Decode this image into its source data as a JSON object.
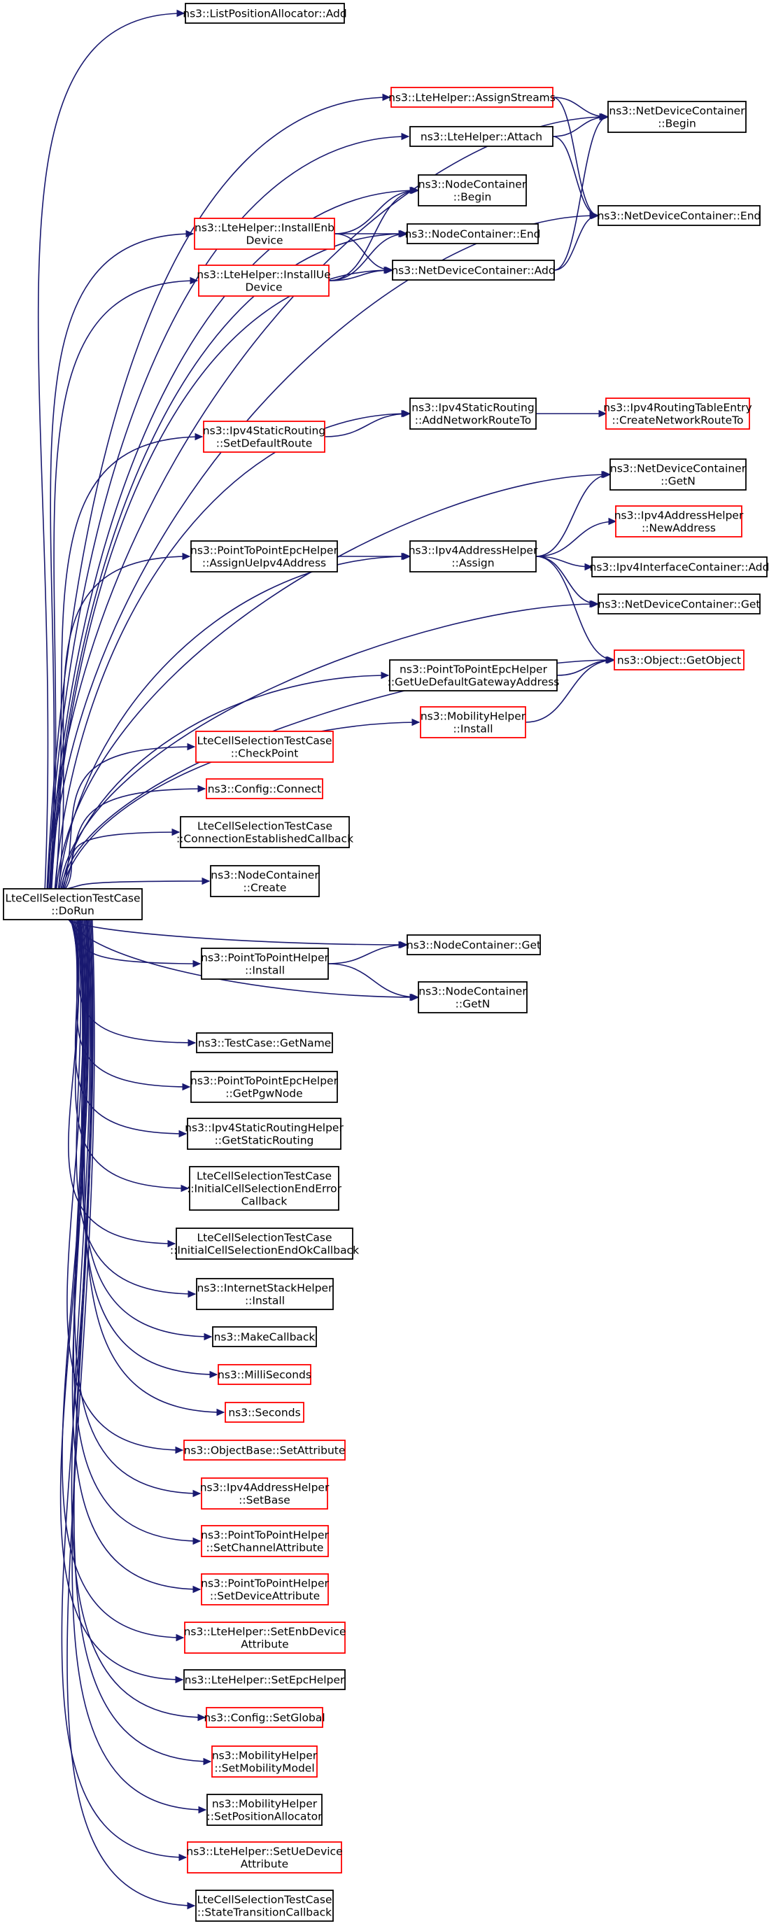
{
  "colors": {
    "edge": "#191970",
    "root_fill": "#bfbfbf",
    "border_documented": "#000000",
    "border_link": "#ff0000"
  },
  "nodes": [
    {
      "id": "root",
      "lines": [
        "LteCellSelectionTestCase",
        "::DoRun"
      ],
      "style": "root"
    },
    {
      "id": "listpos_add",
      "lines": [
        "ns3::ListPositionAllocator::Add"
      ],
      "style": "black"
    },
    {
      "id": "lte_assign_streams",
      "lines": [
        "ns3::LteHelper::AssignStreams"
      ],
      "style": "red"
    },
    {
      "id": "ndc_begin",
      "lines": [
        "ns3::NetDeviceContainer",
        "::Begin"
      ],
      "style": "black"
    },
    {
      "id": "lte_attach",
      "lines": [
        "ns3::LteHelper::Attach"
      ],
      "style": "black"
    },
    {
      "id": "ndc_end",
      "lines": [
        "ns3::NetDeviceContainer::End"
      ],
      "style": "black"
    },
    {
      "id": "nc_begin",
      "lines": [
        "ns3::NodeContainer",
        "::Begin"
      ],
      "style": "black"
    },
    {
      "id": "lte_install_enb",
      "lines": [
        "ns3::LteHelper::InstallEnb",
        "Device"
      ],
      "style": "red"
    },
    {
      "id": "nc_end",
      "lines": [
        "ns3::NodeContainer::End"
      ],
      "style": "black"
    },
    {
      "id": "lte_install_ue",
      "lines": [
        "ns3::LteHelper::InstallUe",
        "Device"
      ],
      "style": "red"
    },
    {
      "id": "ndc_add",
      "lines": [
        "ns3::NetDeviceContainer::Add"
      ],
      "style": "black"
    },
    {
      "id": "ipv4sr_add_net",
      "lines": [
        "ns3::Ipv4StaticRouting",
        "::AddNetworkRouteTo"
      ],
      "style": "black"
    },
    {
      "id": "ipv4rte_create",
      "lines": [
        "ns3::Ipv4RoutingTableEntry",
        "::CreateNetworkRouteTo"
      ],
      "style": "red"
    },
    {
      "id": "ipv4sr_set_default",
      "lines": [
        "ns3::Ipv4StaticRouting",
        "::SetDefaultRoute"
      ],
      "style": "red"
    },
    {
      "id": "ndc_getn",
      "lines": [
        "ns3::NetDeviceContainer",
        "::GetN"
      ],
      "style": "black"
    },
    {
      "id": "ipv4ah_new_address",
      "lines": [
        "ns3::Ipv4AddressHelper",
        "::NewAddress"
      ],
      "style": "red"
    },
    {
      "id": "p2pepc_assign_ue",
      "lines": [
        "ns3::PointToPointEpcHelper",
        "::AssignUeIpv4Address"
      ],
      "style": "black"
    },
    {
      "id": "ipv4ah_assign",
      "lines": [
        "ns3::Ipv4AddressHelper",
        "::Assign"
      ],
      "style": "black"
    },
    {
      "id": "ipv4ic_add",
      "lines": [
        "ns3::Ipv4InterfaceContainer::Add"
      ],
      "style": "black"
    },
    {
      "id": "ndc_get",
      "lines": [
        "ns3::NetDeviceContainer::Get"
      ],
      "style": "black"
    },
    {
      "id": "object_getobject",
      "lines": [
        "ns3::Object::GetObject"
      ],
      "style": "red"
    },
    {
      "id": "p2pepc_get_ue_gw",
      "lines": [
        "ns3::PointToPointEpcHelper",
        "::GetUeDefaultGatewayAddress"
      ],
      "style": "black"
    },
    {
      "id": "mobility_install",
      "lines": [
        "ns3::MobilityHelper",
        "::Install"
      ],
      "style": "red"
    },
    {
      "id": "check_point",
      "lines": [
        "LteCellSelectionTestCase",
        "::CheckPoint"
      ],
      "style": "red"
    },
    {
      "id": "config_connect",
      "lines": [
        "ns3::Config::Connect"
      ],
      "style": "red"
    },
    {
      "id": "conn_established_cb",
      "lines": [
        "LteCellSelectionTestCase",
        "::ConnectionEstablishedCallback"
      ],
      "style": "black"
    },
    {
      "id": "nc_create",
      "lines": [
        "ns3::NodeContainer",
        "::Create"
      ],
      "style": "black"
    },
    {
      "id": "nc_get",
      "lines": [
        "ns3::NodeContainer::Get"
      ],
      "style": "black"
    },
    {
      "id": "p2p_install",
      "lines": [
        "ns3::PointToPointHelper",
        "::Install"
      ],
      "style": "black"
    },
    {
      "id": "nc_getn",
      "lines": [
        "ns3::NodeContainer",
        "::GetN"
      ],
      "style": "black"
    },
    {
      "id": "testcase_getname",
      "lines": [
        "ns3::TestCase::GetName"
      ],
      "style": "black"
    },
    {
      "id": "p2pepc_getpgw",
      "lines": [
        "ns3::PointToPointEpcHelper",
        "::GetPgwNode"
      ],
      "style": "black"
    },
    {
      "id": "ipv4srh_getstatic",
      "lines": [
        "ns3::Ipv4StaticRoutingHelper",
        "::GetStaticRouting"
      ],
      "style": "black"
    },
    {
      "id": "initial_end_error_cb",
      "lines": [
        "LteCellSelectionTestCase",
        "::InitialCellSelectionEndError",
        "Callback"
      ],
      "style": "black"
    },
    {
      "id": "initial_end_ok_cb",
      "lines": [
        "LteCellSelectionTestCase",
        "::InitialCellSelectionEndOkCallback"
      ],
      "style": "black"
    },
    {
      "id": "internetstack_install",
      "lines": [
        "ns3::InternetStackHelper",
        "::Install"
      ],
      "style": "black"
    },
    {
      "id": "make_callback",
      "lines": [
        "ns3::MakeCallback"
      ],
      "style": "black"
    },
    {
      "id": "milliseconds",
      "lines": [
        "ns3::MilliSeconds"
      ],
      "style": "red"
    },
    {
      "id": "seconds",
      "lines": [
        "ns3::Seconds"
      ],
      "style": "red"
    },
    {
      "id": "objectbase_setattr",
      "lines": [
        "ns3::ObjectBase::SetAttribute"
      ],
      "style": "red"
    },
    {
      "id": "ipv4ah_setbase",
      "lines": [
        "ns3::Ipv4AddressHelper",
        "::SetBase"
      ],
      "style": "red"
    },
    {
      "id": "p2p_set_channel_attr",
      "lines": [
        "ns3::PointToPointHelper",
        "::SetChannelAttribute"
      ],
      "style": "red"
    },
    {
      "id": "p2p_set_device_attr",
      "lines": [
        "ns3::PointToPointHelper",
        "::SetDeviceAttribute"
      ],
      "style": "red"
    },
    {
      "id": "lte_set_enb_device_attr",
      "lines": [
        "ns3::LteHelper::SetEnbDevice",
        "Attribute"
      ],
      "style": "red"
    },
    {
      "id": "lte_set_epc_helper",
      "lines": [
        "ns3::LteHelper::SetEpcHelper"
      ],
      "style": "black"
    },
    {
      "id": "config_setglobal",
      "lines": [
        "ns3::Config::SetGlobal"
      ],
      "style": "red"
    },
    {
      "id": "mobility_set_model",
      "lines": [
        "ns3::MobilityHelper",
        "::SetMobilityModel"
      ],
      "style": "red"
    },
    {
      "id": "mobility_set_pos_alloc",
      "lines": [
        "ns3::MobilityHelper",
        "::SetPositionAllocator"
      ],
      "style": "black"
    },
    {
      "id": "lte_set_ue_device_attr",
      "lines": [
        "ns3::LteHelper::SetUeDevice",
        "Attribute"
      ],
      "style": "red"
    },
    {
      "id": "state_transition_cb",
      "lines": [
        "LteCellSelectionTestCase",
        "::StateTransitionCallback"
      ],
      "style": "black"
    }
  ],
  "edges": [
    [
      "root",
      "listpos_add"
    ],
    [
      "root",
      "lte_assign_streams"
    ],
    [
      "root",
      "ndc_begin"
    ],
    [
      "root",
      "lte_attach"
    ],
    [
      "root",
      "nc_begin"
    ],
    [
      "root",
      "lte_install_enb"
    ],
    [
      "root",
      "nc_end"
    ],
    [
      "root",
      "lte_install_ue"
    ],
    [
      "root",
      "ndc_add"
    ],
    [
      "root",
      "ndc_end"
    ],
    [
      "root",
      "ipv4sr_add_net"
    ],
    [
      "root",
      "ipv4sr_set_default"
    ],
    [
      "root",
      "ndc_getn"
    ],
    [
      "root",
      "p2pepc_assign_ue"
    ],
    [
      "root",
      "ipv4ah_assign"
    ],
    [
      "root",
      "ndc_get"
    ],
    [
      "root",
      "object_getobject"
    ],
    [
      "root",
      "p2pepc_get_ue_gw"
    ],
    [
      "root",
      "mobility_install"
    ],
    [
      "root",
      "check_point"
    ],
    [
      "root",
      "config_connect"
    ],
    [
      "root",
      "conn_established_cb"
    ],
    [
      "root",
      "nc_create"
    ],
    [
      "root",
      "nc_get"
    ],
    [
      "root",
      "p2p_install"
    ],
    [
      "root",
      "nc_getn"
    ],
    [
      "root",
      "testcase_getname"
    ],
    [
      "root",
      "p2pepc_getpgw"
    ],
    [
      "root",
      "ipv4srh_getstatic"
    ],
    [
      "root",
      "initial_end_error_cb"
    ],
    [
      "root",
      "initial_end_ok_cb"
    ],
    [
      "root",
      "internetstack_install"
    ],
    [
      "root",
      "make_callback"
    ],
    [
      "root",
      "milliseconds"
    ],
    [
      "root",
      "seconds"
    ],
    [
      "root",
      "objectbase_setattr"
    ],
    [
      "root",
      "ipv4ah_setbase"
    ],
    [
      "root",
      "p2p_set_channel_attr"
    ],
    [
      "root",
      "p2p_set_device_attr"
    ],
    [
      "root",
      "lte_set_enb_device_attr"
    ],
    [
      "root",
      "lte_set_epc_helper"
    ],
    [
      "root",
      "config_setglobal"
    ],
    [
      "root",
      "mobility_set_model"
    ],
    [
      "root",
      "mobility_set_pos_alloc"
    ],
    [
      "root",
      "lte_set_ue_device_attr"
    ],
    [
      "root",
      "state_transition_cb"
    ],
    [
      "lte_assign_streams",
      "ndc_begin"
    ],
    [
      "lte_assign_streams",
      "ndc_end"
    ],
    [
      "lte_attach",
      "ndc_begin"
    ],
    [
      "lte_attach",
      "ndc_end"
    ],
    [
      "lte_install_enb",
      "nc_begin"
    ],
    [
      "lte_install_enb",
      "nc_end"
    ],
    [
      "lte_install_enb",
      "ndc_add"
    ],
    [
      "lte_install_ue",
      "nc_begin"
    ],
    [
      "lte_install_ue",
      "nc_end"
    ],
    [
      "lte_install_ue",
      "ndc_add"
    ],
    [
      "ndc_add",
      "ndc_begin"
    ],
    [
      "ndc_add",
      "ndc_end"
    ],
    [
      "ipv4sr_add_net",
      "ipv4rte_create"
    ],
    [
      "ipv4sr_set_default",
      "ipv4sr_add_net"
    ],
    [
      "p2pepc_assign_ue",
      "ipv4ah_assign"
    ],
    [
      "ipv4ah_assign",
      "ndc_getn"
    ],
    [
      "ipv4ah_assign",
      "ipv4ah_new_address"
    ],
    [
      "ipv4ah_assign",
      "ipv4ic_add"
    ],
    [
      "ipv4ah_assign",
      "ndc_get"
    ],
    [
      "ipv4ah_assign",
      "object_getobject"
    ],
    [
      "p2pepc_get_ue_gw",
      "object_getobject"
    ],
    [
      "mobility_install",
      "object_getobject"
    ],
    [
      "p2p_install",
      "nc_get"
    ],
    [
      "p2p_install",
      "nc_getn"
    ]
  ]
}
